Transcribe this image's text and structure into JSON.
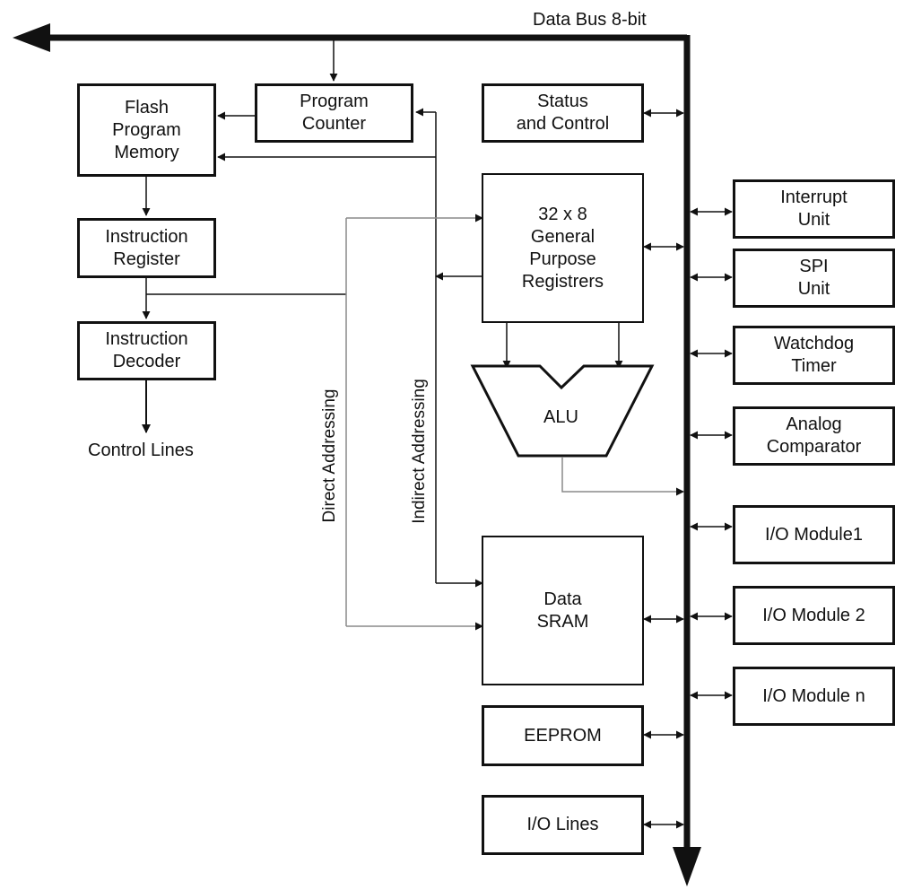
{
  "bus_label": "Data Bus 8-bit",
  "blocks": {
    "program_counter": [
      "Program",
      "Counter"
    ],
    "flash": [
      "Flash",
      "Program",
      "Memory"
    ],
    "instruction_register": [
      "Instruction",
      "Register"
    ],
    "instruction_decoder": [
      "Instruction",
      "Decoder"
    ],
    "status_control": [
      "Status",
      "and Control"
    ],
    "gp_registers": [
      "32 x 8",
      "General",
      "Purpose",
      "Registrers"
    ],
    "alu": "ALU",
    "data_sram": [
      "Data",
      "SRAM"
    ],
    "eeprom": "EEPROM",
    "io_lines": "I/O Lines",
    "interrupt_unit": [
      "Interrupt",
      "Unit"
    ],
    "spi_unit": [
      "SPI",
      "Unit"
    ],
    "watchdog_timer": [
      "Watchdog",
      "Timer"
    ],
    "analog_comparator": [
      "Analog",
      "Comparator"
    ],
    "io_module1": "I/O Module1",
    "io_module2": "I/O Module 2",
    "io_modulen": "I/O Module n"
  },
  "control_lines": "Control Lines",
  "direct_addressing": "Direct Addressing",
  "indirect_addressing": "Indirect Addressing",
  "colors": {
    "line": "#111111",
    "gray_line": "#8a8a8a"
  }
}
